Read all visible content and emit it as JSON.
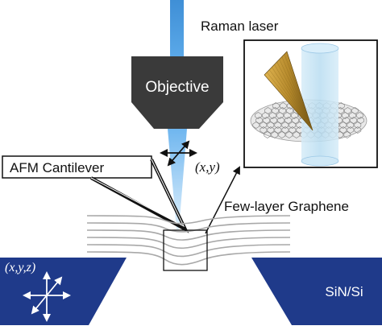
{
  "labels": {
    "raman_laser": "Raman laser",
    "objective": "Objective",
    "xy": "(x,y)",
    "afm_cantilever": "AFM Cantilever",
    "few_layer_graphene": "Few-layer Graphene",
    "xyz": "(x,y,z)",
    "substrate": "SiN/Si"
  },
  "colors": {
    "laser": "#3f8fd6",
    "laser_light": "#a9d3f5",
    "objective": "#3a3a3a",
    "substrate": "#1f3a8a",
    "graphene_lines": "#a8a8a8",
    "tip_gold": "#b68a2c",
    "inset_cylinder": "#bfe0f2"
  }
}
